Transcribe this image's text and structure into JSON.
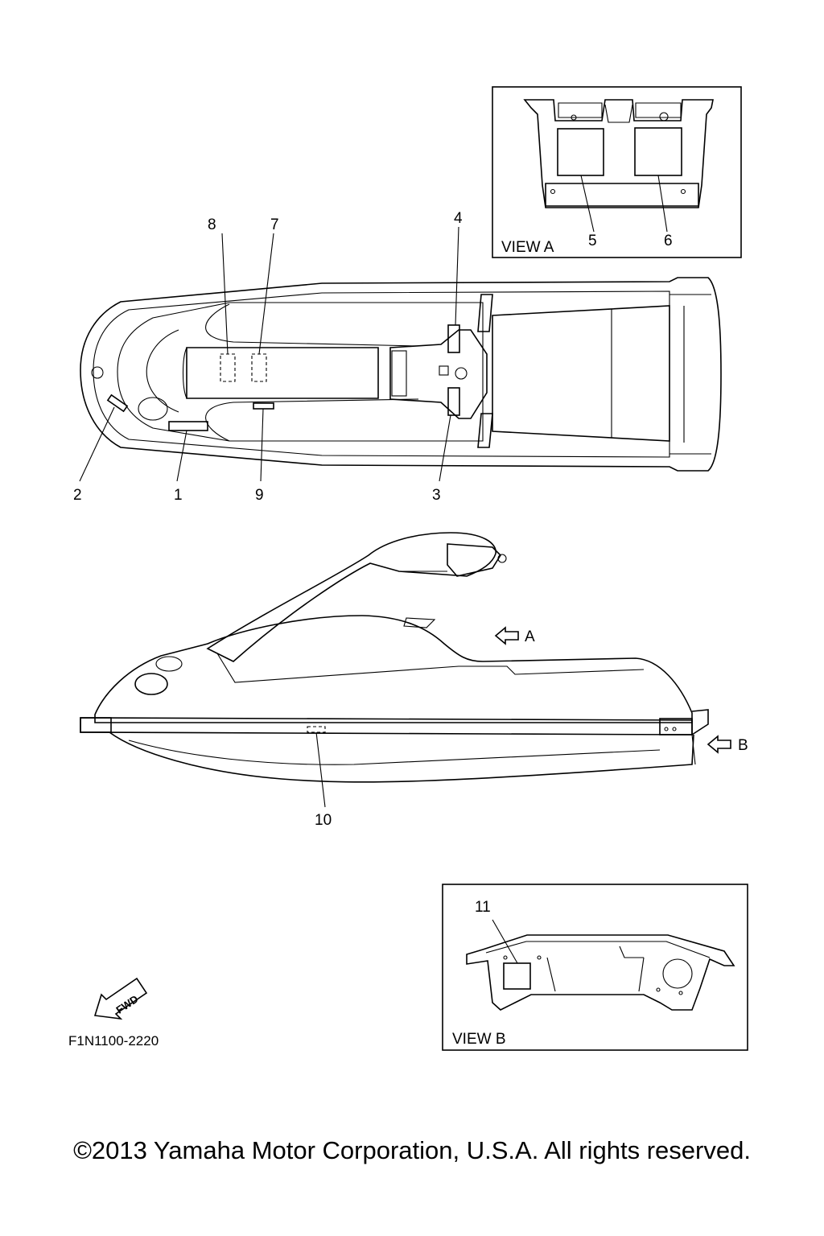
{
  "views": {
    "view_a": {
      "label": "VIEW A",
      "callouts": [
        "5",
        "6"
      ]
    },
    "view_b": {
      "label": "VIEW B",
      "callouts": [
        "11"
      ]
    }
  },
  "top_view_callouts": [
    "1",
    "2",
    "3",
    "4",
    "7",
    "8",
    "9"
  ],
  "side_view_callouts": [
    "10"
  ],
  "arrow_labels": {
    "a": "A",
    "b": "B"
  },
  "fwd_label": "FWD",
  "figure_code": "F1N1100-2220",
  "copyright": "©2013 Yamaha Motor Corporation, U.S.A. All rights reserved."
}
